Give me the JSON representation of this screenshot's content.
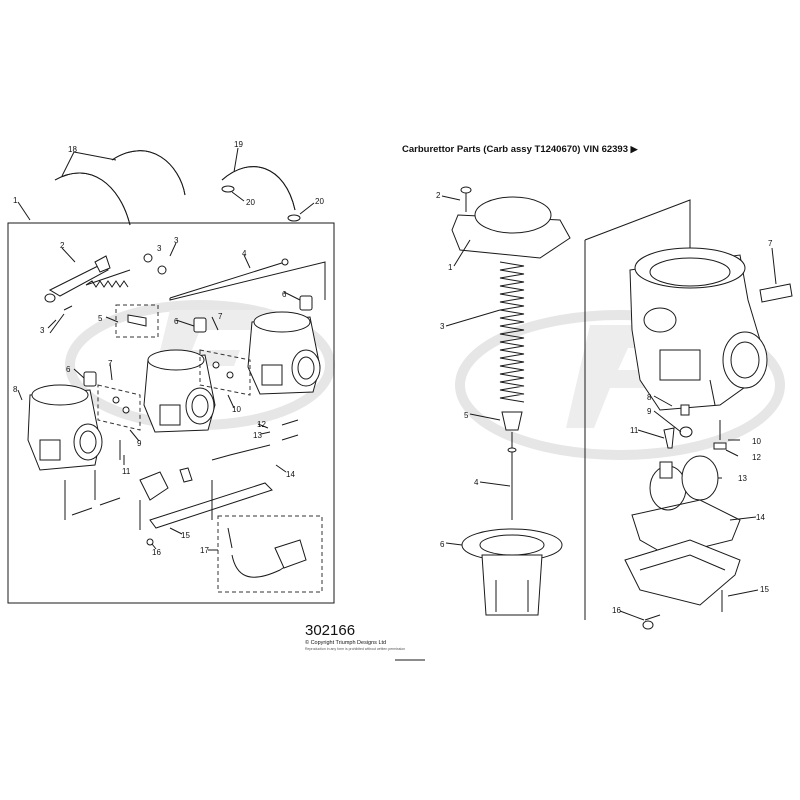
{
  "diagram": {
    "title": "Carburettor Parts (Carb assy T1240670) VIN 62393",
    "title_arrow": "▶",
    "drawing_number": "302166",
    "copyright": "© Copyright Triumph Designs Ltd",
    "fine_print": "Reproduction in any form is prohibited without written permission",
    "left_callouts": [
      "18",
      "19",
      "20",
      "20",
      "1",
      "2",
      "3",
      "3",
      "3",
      "4",
      "5",
      "6",
      "6",
      "6",
      "7",
      "7",
      "8",
      "9",
      "10",
      "11",
      "12",
      "13",
      "14",
      "15",
      "16",
      "17"
    ],
    "right_callouts": [
      "2",
      "1",
      "3",
      "5",
      "4",
      "6",
      "7",
      "8",
      "9",
      "10",
      "11",
      "12",
      "13",
      "14",
      "15",
      "16"
    ]
  }
}
